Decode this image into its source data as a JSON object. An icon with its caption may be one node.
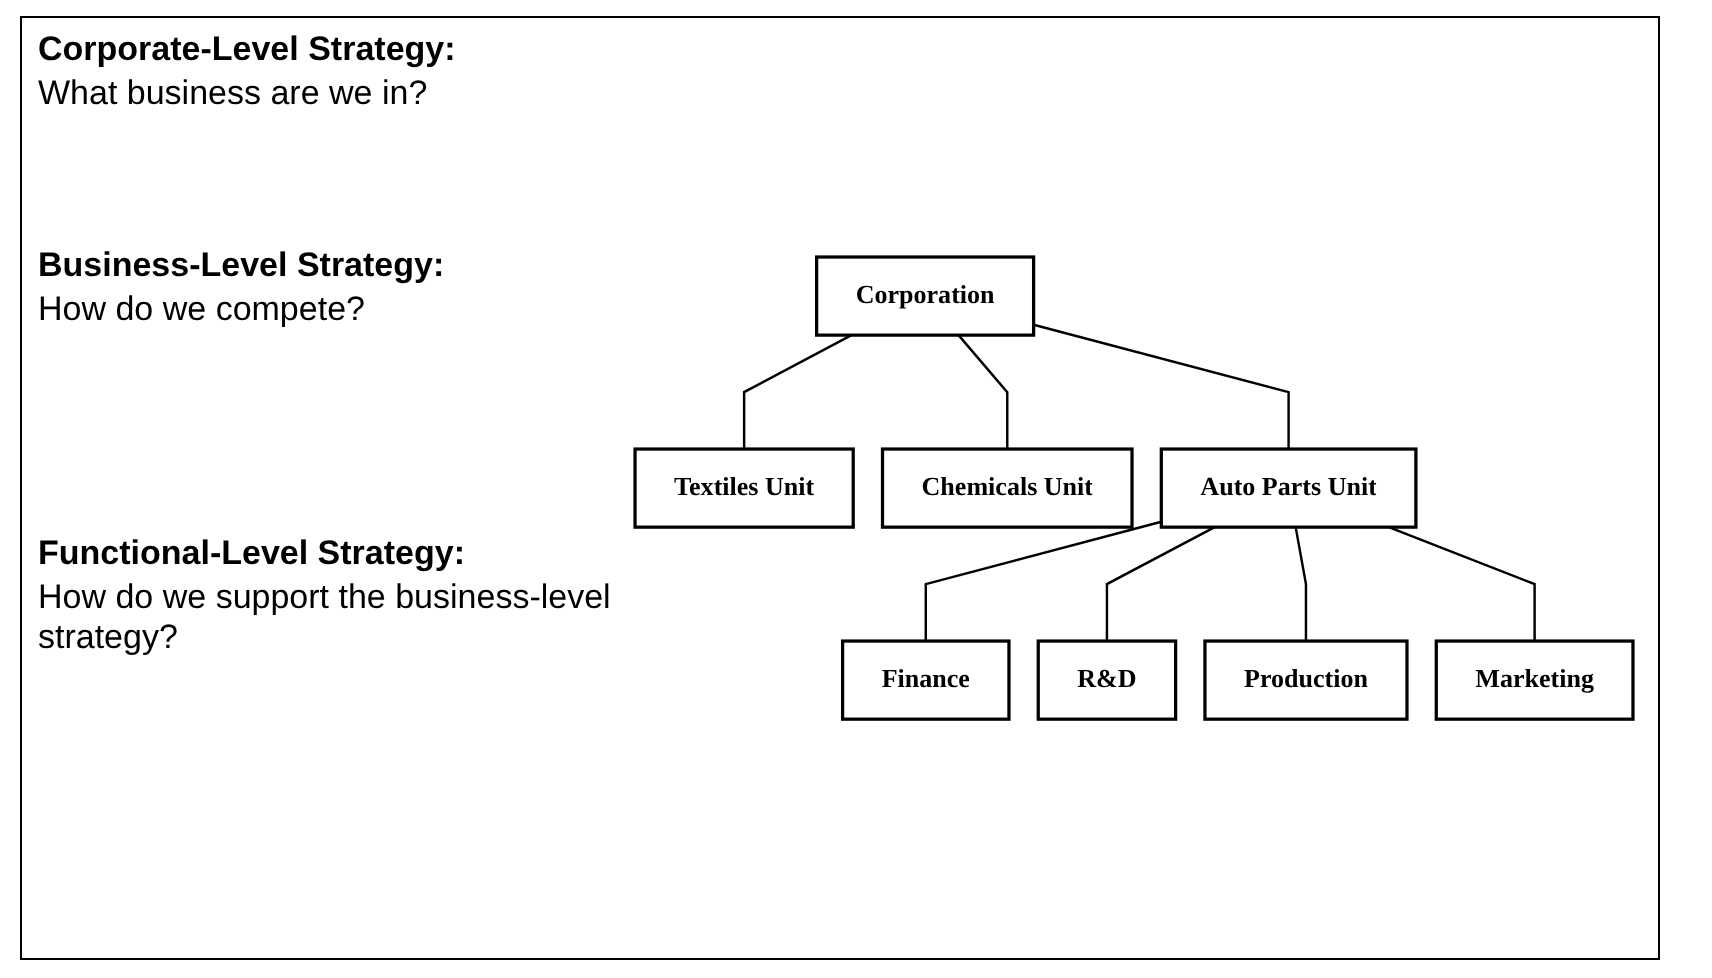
{
  "diagram": {
    "nodes": [
      {
        "text": [
          "Corporation"
        ]
      },
      {
        "text": [
          "Textiles Unit"
        ]
      },
      {
        "text": [
          "Chemicals Unit"
        ]
      },
      {
        "text": [
          "Auto Parts Unit"
        ]
      },
      {
        "text": [
          "Finance"
        ]
      },
      {
        "text": [
          "R&D"
        ]
      },
      {
        "text": [
          "Production"
        ]
      },
      {
        "text": [
          "Marketing"
        ]
      }
    ],
    "edges": [
      {
        "from": 0,
        "to": 1,
        "arrow": "none"
      },
      {
        "from": 0,
        "to": 2,
        "arrow": "none"
      },
      {
        "from": 0,
        "to": 3,
        "arrow": "none"
      },
      {
        "from": 3,
        "to": 4,
        "arrow": "none"
      },
      {
        "from": 3,
        "to": 5,
        "arrow": "none"
      },
      {
        "from": 3,
        "to": 6,
        "arrow": "none"
      },
      {
        "from": 3,
        "to": 7,
        "arrow": "none"
      }
    ],
    "labels": [
      "Corporate-Level Strategy:",
      "What business are we in?",
      "Business-Level Strategy:",
      "How do we compete?",
      "Functional-Level Strategy:",
      "How do we support the business-level strategy?"
    ]
  }
}
